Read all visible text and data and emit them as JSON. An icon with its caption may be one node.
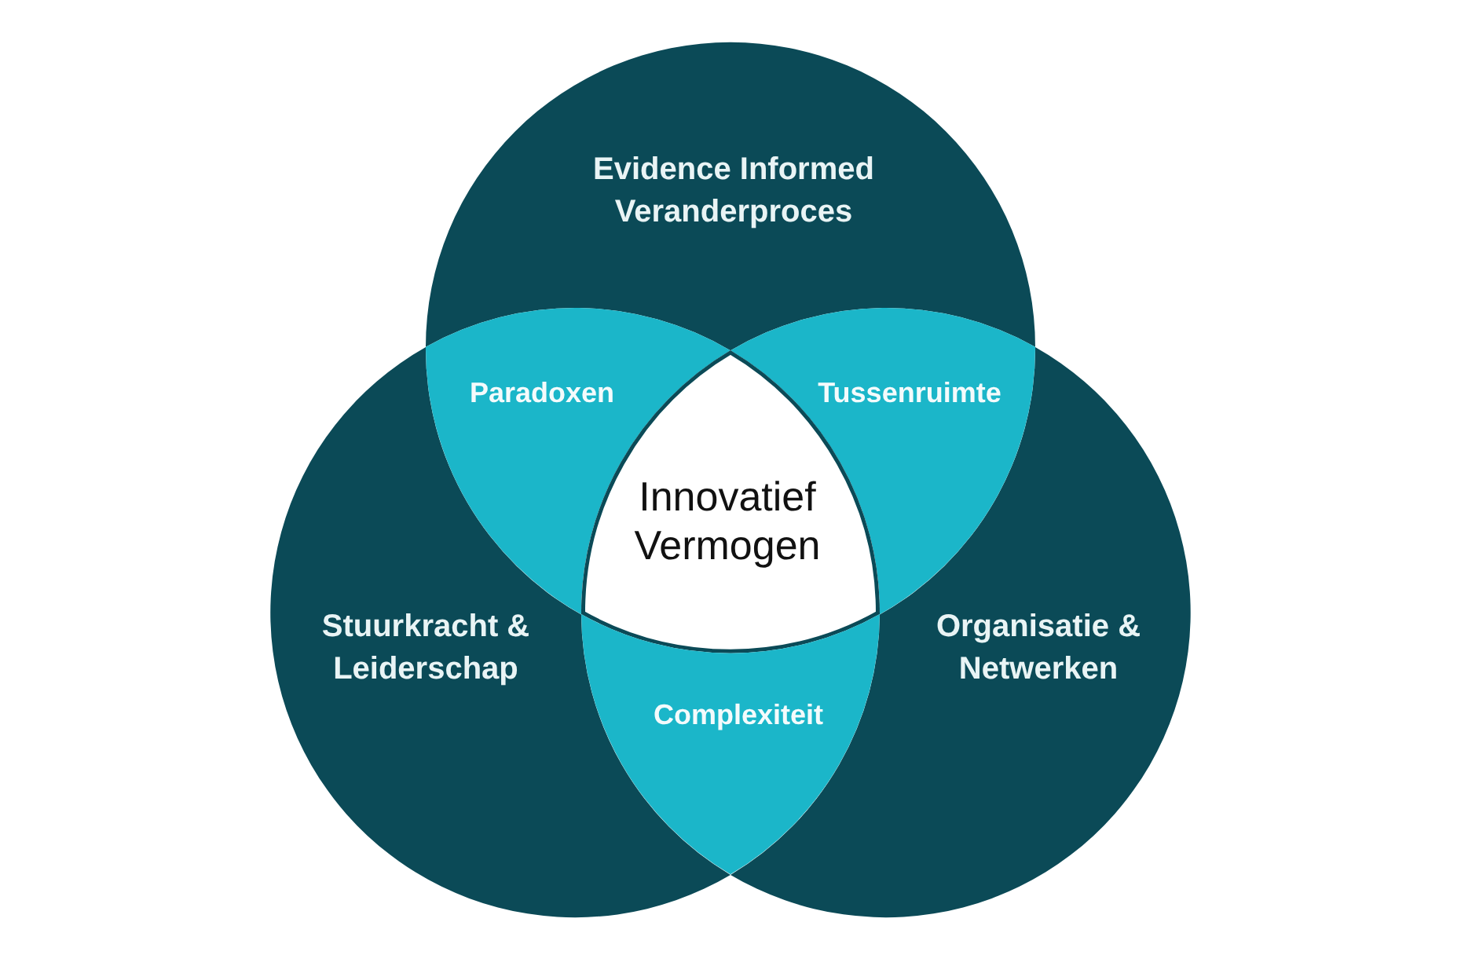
{
  "diagram": {
    "nodes": [
      {
        "text": [
          "Evidence Informed Veranderproces"
        ]
      },
      {
        "text": [
          "Stuurkracht & Leiderschap"
        ]
      },
      {
        "text": [
          "Organisatie & Netwerken"
        ]
      },
      {
        "text": [
          "Paradoxen"
        ]
      },
      {
        "text": [
          "Tussenruimte"
        ]
      },
      {
        "text": [
          "Innovatief Vermogen"
        ]
      },
      {
        "text": [
          "Complexiteit"
        ]
      }
    ]
  }
}
